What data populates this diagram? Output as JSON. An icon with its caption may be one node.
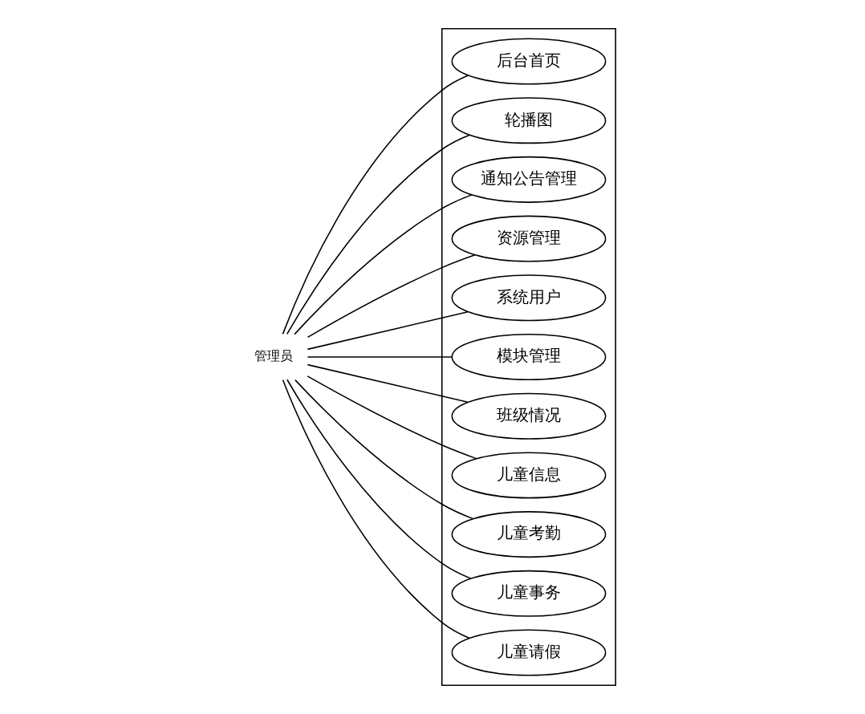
{
  "diagram": {
    "nodes": [
      {
        "text": [
          "管理员"
        ]
      },
      {
        "text": [],
        "shape": "box"
      },
      {
        "text": [
          "后台首页"
        ],
        "in": 1
      },
      {
        "text": [
          "轮播图"
        ],
        "in": 1
      },
      {
        "text": [
          "通知公告管理"
        ],
        "in": 1
      },
      {
        "text": [
          "资源管理"
        ],
        "in": 1
      },
      {
        "text": [
          "系统用户"
        ],
        "in": 1
      },
      {
        "text": [
          "模块管理"
        ],
        "in": 1
      },
      {
        "text": [
          "班级情况"
        ],
        "in": 1
      },
      {
        "text": [
          "儿童信息"
        ],
        "in": 1
      },
      {
        "text": [
          "儿童考勤"
        ],
        "in": 1
      },
      {
        "text": [
          "儿童事务"
        ],
        "in": 1
      },
      {
        "text": [
          "儿童请假"
        ],
        "in": 1
      }
    ],
    "edges": [
      {
        "from": 0,
        "to": 2,
        "arrow": "none"
      },
      {
        "from": 0,
        "to": 3,
        "arrow": "none"
      },
      {
        "from": 0,
        "to": 4,
        "arrow": "none"
      },
      {
        "from": 0,
        "to": 5,
        "arrow": "none"
      },
      {
        "from": 0,
        "to": 6,
        "arrow": "none"
      },
      {
        "from": 0,
        "to": 7,
        "arrow": "none"
      },
      {
        "from": 0,
        "to": 8,
        "arrow": "none"
      },
      {
        "from": 0,
        "to": 9,
        "arrow": "none"
      },
      {
        "from": 0,
        "to": 10,
        "arrow": "none"
      },
      {
        "from": 0,
        "to": 11,
        "arrow": "none"
      },
      {
        "from": 0,
        "to": 12,
        "arrow": "none"
      }
    ]
  }
}
